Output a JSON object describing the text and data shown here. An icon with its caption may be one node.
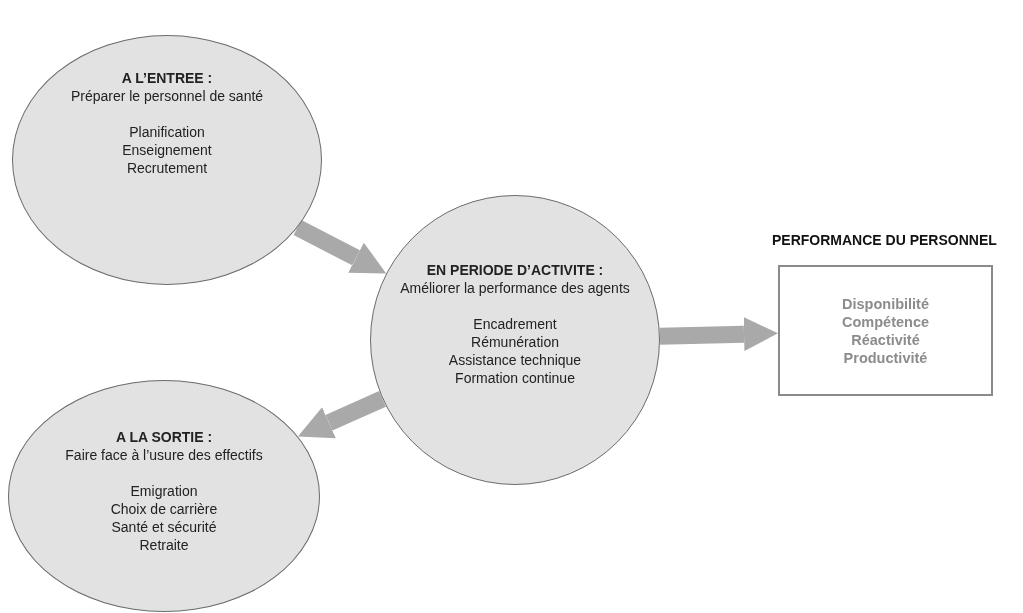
{
  "diagram": {
    "nodes": [
      {
        "text": [
          "A L’ENTREE :",
          "Préparer le personnel de santé",
          "Planification",
          "Enseignement",
          "Recrutement"
        ]
      },
      {
        "text": [
          "EN PERIODE D’ACTIVITE :",
          "Améliorer la performance des agents",
          "Encadrement",
          "Rémunération",
          "Assistance technique",
          "Formation continue"
        ]
      },
      {
        "text": [
          "A LA SORTIE :",
          "Faire face à l’usure des effectifs",
          "Emigration",
          "Choix de carrière",
          "Santé et sécurité",
          "Retraite"
        ]
      },
      {
        "text": [
          "PERFORMANCE DU PERSONNEL",
          "Disponibilité",
          "Compétence",
          "Réactivité",
          "Productivité"
        ]
      }
    ],
    "edges": [
      {
        "from": 0,
        "to": 1,
        "arrow": "to"
      },
      {
        "from": 1,
        "to": 3,
        "arrow": "to"
      },
      {
        "from": 1,
        "to": 2,
        "arrow": "to"
      }
    ]
  }
}
